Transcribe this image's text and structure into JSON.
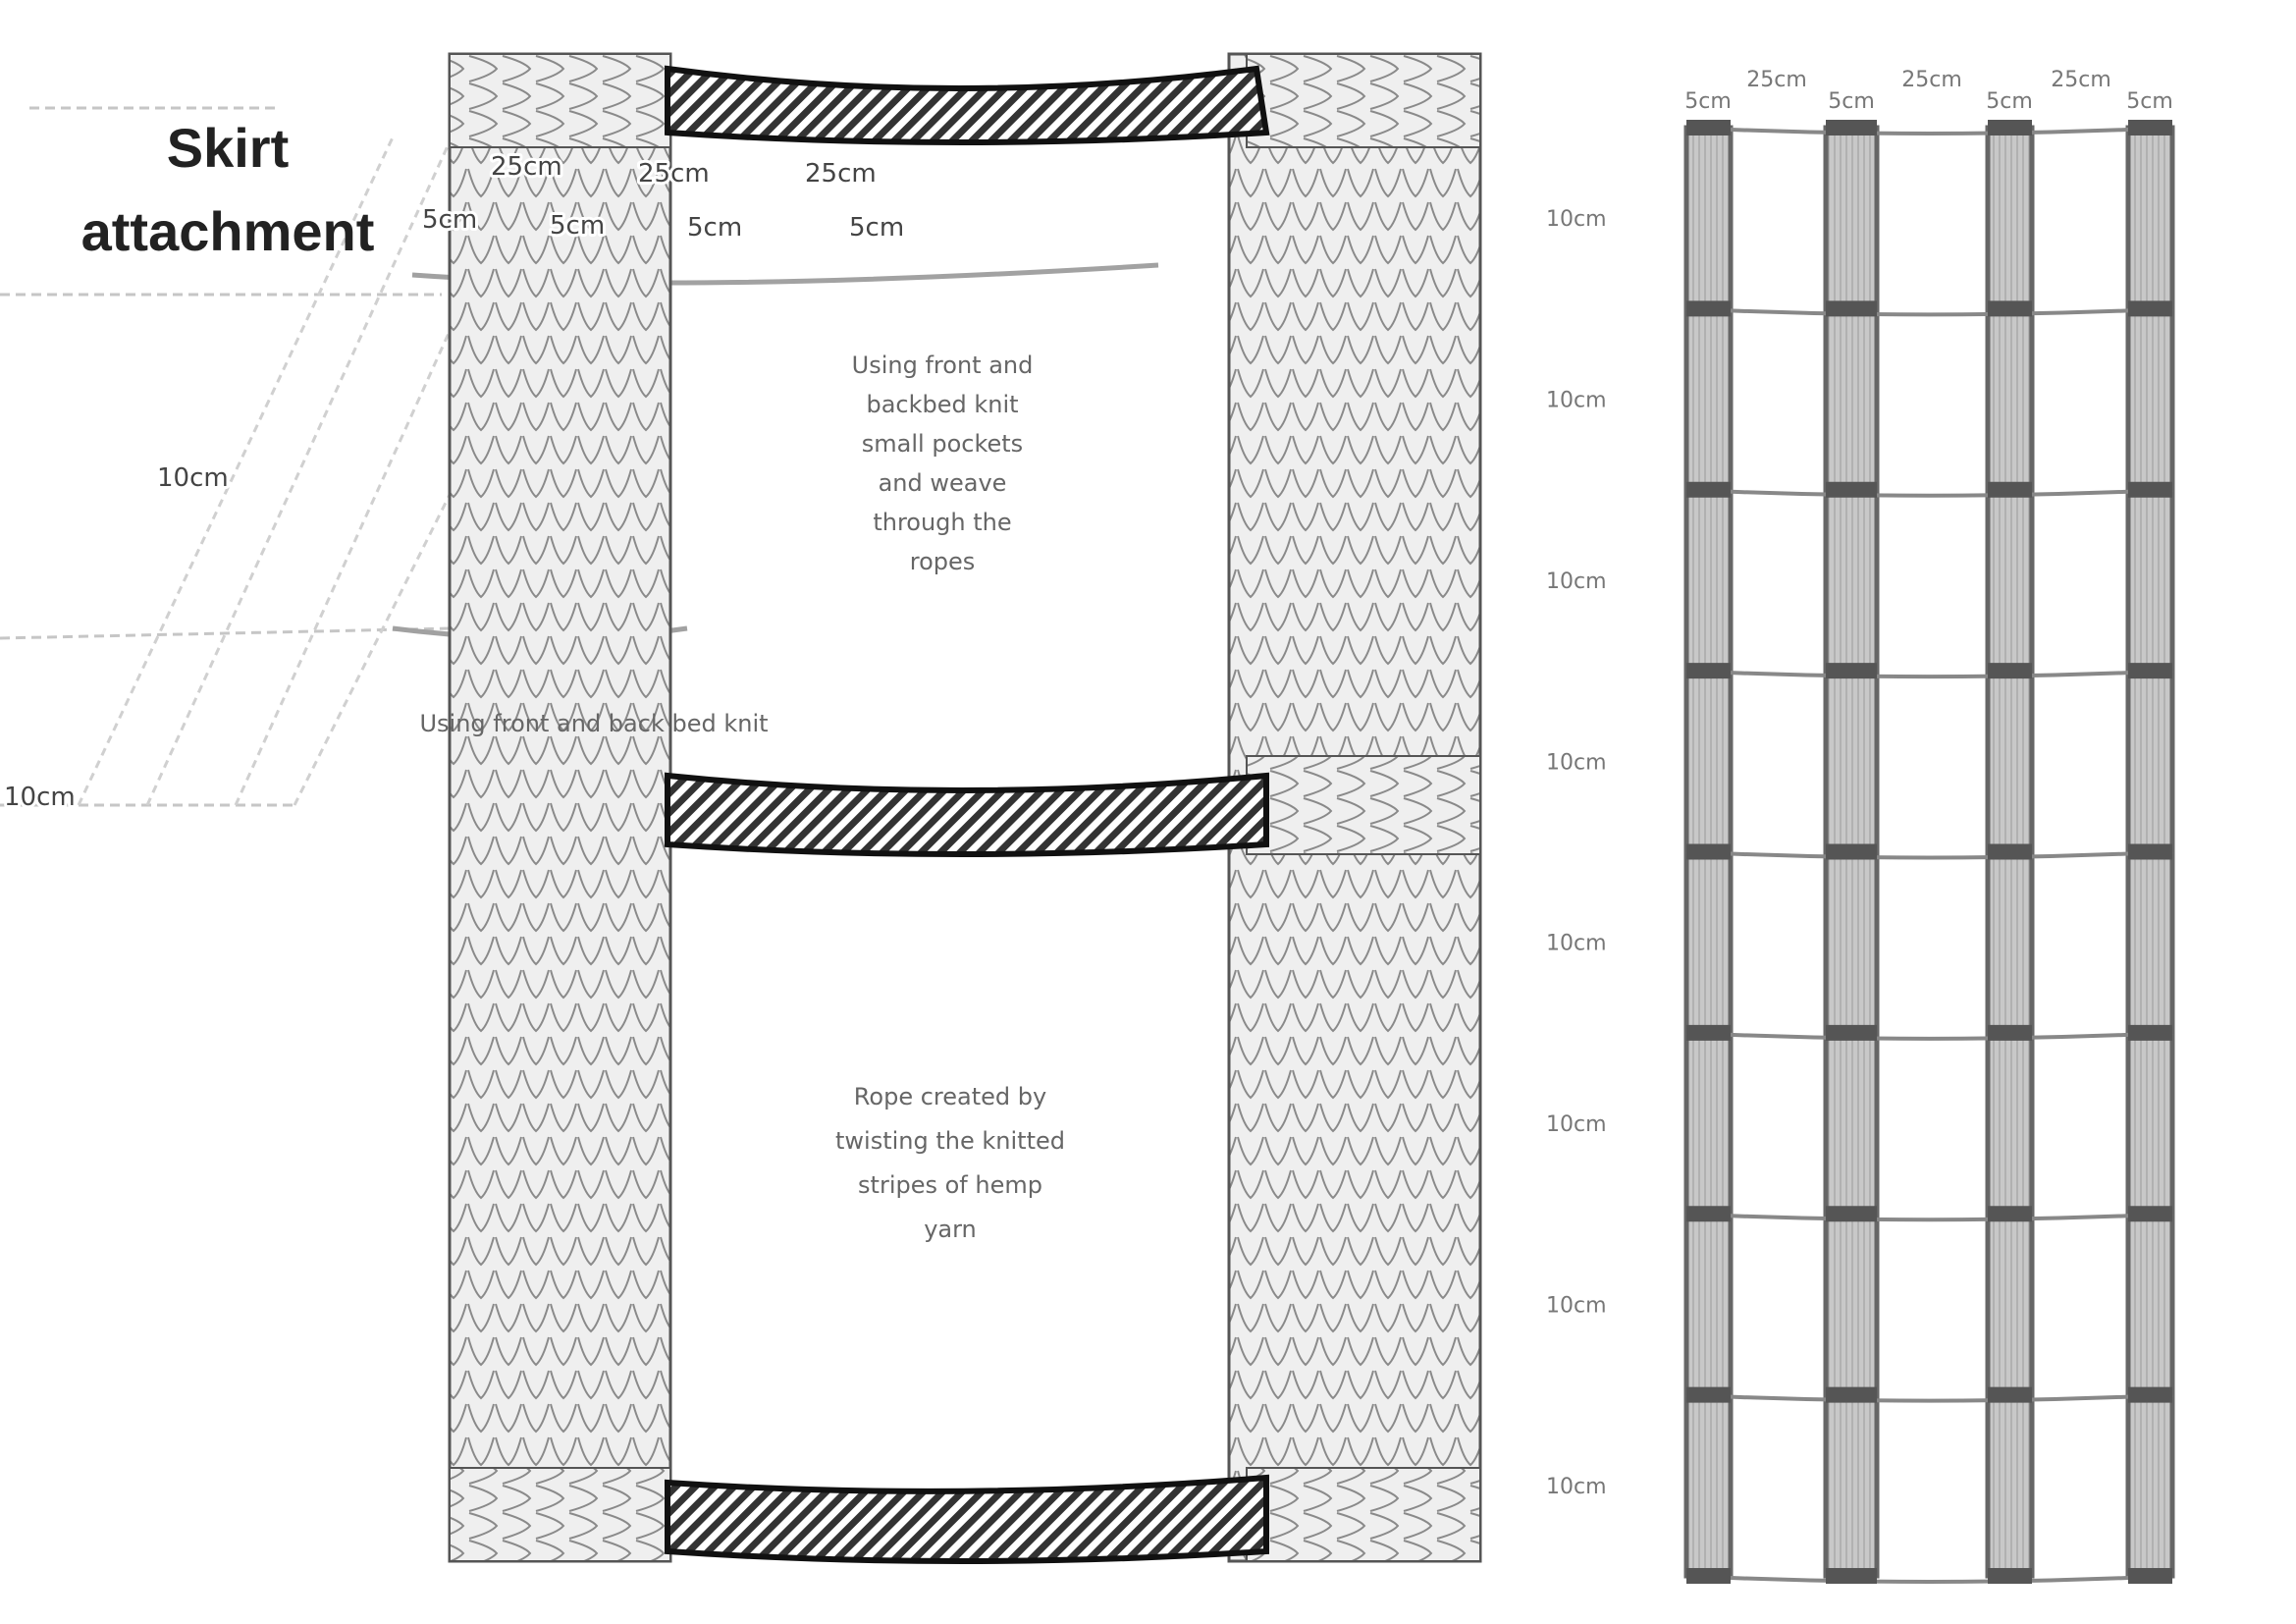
{
  "skirt": {
    "title_line1": "Skirt",
    "title_line2": "attachment",
    "dims": [
      "25cm",
      "25cm",
      "25cm",
      "5cm",
      "5cm",
      "5cm",
      "5cm",
      "10cm",
      "10cm"
    ],
    "knit_note": "Using front and back bed knit"
  },
  "main": {
    "pocket_note": [
      "Using front and",
      "backbed knit",
      "small pockets",
      "and weave",
      "through the",
      "ropes"
    ],
    "rope_note": [
      "Rope created by",
      "twisting the knitted",
      "stripes of hemp",
      "yarn"
    ]
  },
  "grid": {
    "top_labels": [
      "5cm",
      "25cm",
      "5cm",
      "25cm",
      "5cm",
      "25cm",
      "5cm"
    ],
    "row_labels": [
      "10cm",
      "10cm",
      "10cm",
      "10cm",
      "10cm",
      "10cm",
      "10cm",
      "10cm"
    ]
  },
  "colors": {
    "knit": "#d9d9d9",
    "knit_line": "#8a8a8a",
    "rope_dark": "#222222",
    "grid_stripe": "#9a9a9a"
  }
}
